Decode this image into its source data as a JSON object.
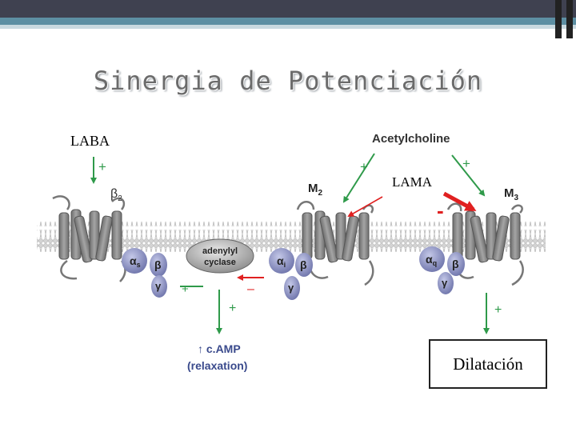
{
  "slide": {
    "title": "Sinergia de Potenciación",
    "laba_label": "LABA",
    "lama_label": "LAMA",
    "dilatacion_label": "Dilatación"
  },
  "diagram": {
    "acetylcholine": "Acetylcholine",
    "beta2": "β",
    "beta2_sub": "2",
    "m2": "M",
    "m2_sub": "2",
    "m3": "M",
    "m3_sub": "3",
    "alpha_s": "α",
    "alpha_s_sub": "s",
    "alpha_i": "α",
    "alpha_i_sub": "i",
    "alpha_q": "α",
    "alpha_q_sub": "q",
    "beta": "β",
    "gamma": "γ",
    "adenylyl_line1": "adenylyl",
    "adenylyl_line2": "cyclase",
    "camp": "↑ c.AMP",
    "relaxation": "(relaxation)",
    "plus": "+",
    "minus": "–",
    "lama_block": "-",
    "colors": {
      "receptor": "#8e8e8e",
      "gprotein": "#7e84b8",
      "arrow_green": "#2f9a4a",
      "inhibit_red": "#e02020",
      "membrane": "#c8c8c8"
    }
  }
}
